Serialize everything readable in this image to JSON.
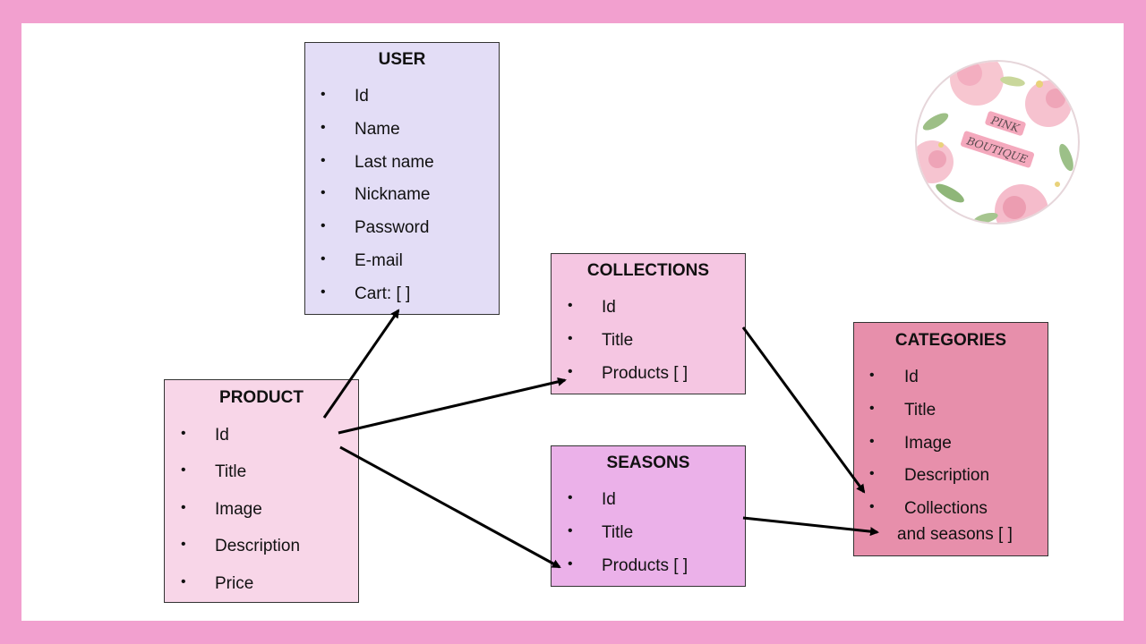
{
  "logo": {
    "line1": "PINK",
    "line2": "BOUTIQUE"
  },
  "entities": {
    "user": {
      "title": "USER",
      "fields": [
        "Id",
        "Name",
        "Last name",
        "Nickname",
        "Password",
        "E-mail",
        "Cart: [ ]"
      ]
    },
    "product": {
      "title": "PRODUCT",
      "fields": [
        "Id",
        "Title",
        "Image",
        "Description",
        "Price"
      ]
    },
    "collections": {
      "title": "COLLECTIONS",
      "fields": [
        "Id",
        "Title",
        "Products [ ]"
      ]
    },
    "seasons": {
      "title": "SEASONS",
      "fields": [
        "Id",
        "Title",
        "Products [ ]"
      ]
    },
    "categories": {
      "title": "CATEGORIES",
      "fields": [
        "Id",
        "Title",
        "Image",
        "Description",
        "Collections",
        "and seasons [ ]"
      ]
    }
  },
  "bullet": "•",
  "colors": {
    "frame": "#f2a0cf",
    "user_fill": "#e3ddf6",
    "product_fill": "#f8d6e8",
    "collections_fill": "#f5c6e2",
    "seasons_fill": "#ebb1e9",
    "categories_fill": "#e78fab",
    "arrow": "#000000"
  }
}
